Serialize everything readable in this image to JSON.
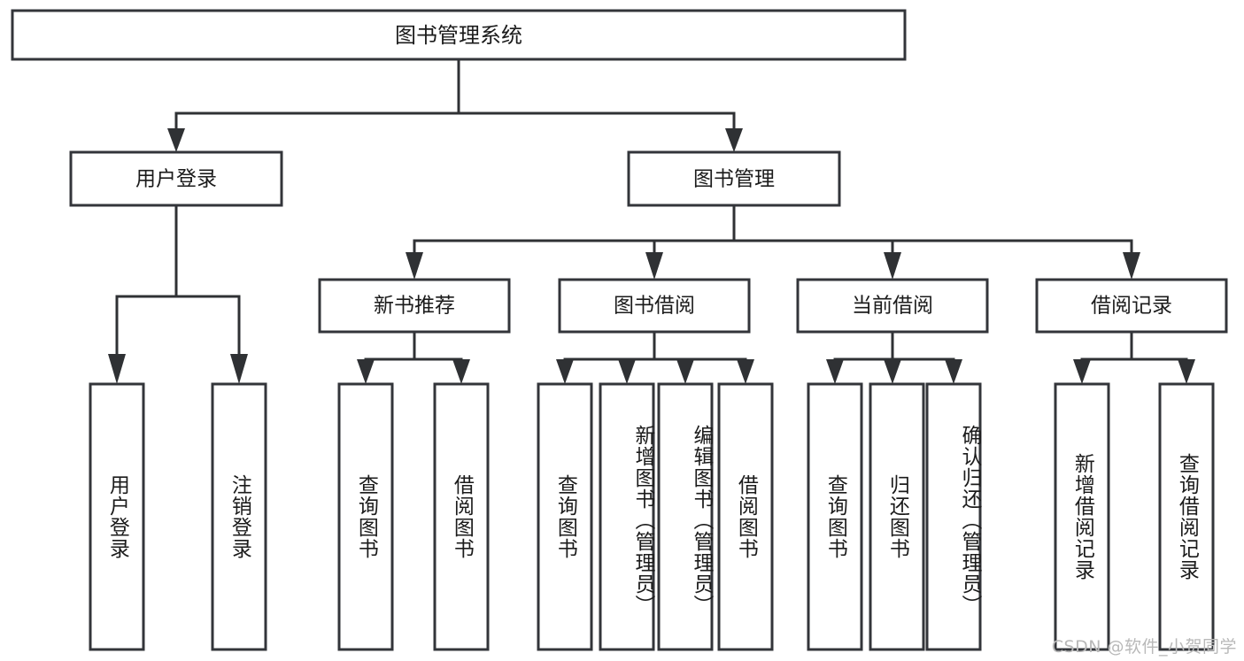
{
  "diagram": {
    "type": "tree",
    "title": "图书管理系统",
    "watermark": "CSDN @软件_小贺同学",
    "colors": {
      "box_fill": "#ffffff",
      "box_stroke": "#33353a",
      "connector": "#2f3134",
      "text": "#1b1b1b",
      "watermark": "#b9b9b9",
      "background": "#ffffff"
    },
    "root": {
      "id": "root",
      "label": "图书管理系统",
      "orientation": "horizontal"
    },
    "level2": [
      {
        "id": "user-login",
        "label": "用户登录",
        "orientation": "horizontal"
      },
      {
        "id": "book-management",
        "label": "图书管理",
        "orientation": "horizontal"
      }
    ],
    "level3": [
      {
        "id": "new-book-recommend",
        "label": "新书推荐",
        "orientation": "horizontal",
        "parent": "book-management"
      },
      {
        "id": "book-borrow",
        "label": "图书借阅",
        "orientation": "horizontal",
        "parent": "book-management"
      },
      {
        "id": "current-borrow",
        "label": "当前借阅",
        "orientation": "horizontal",
        "parent": "book-management"
      },
      {
        "id": "borrow-record",
        "label": "借阅记录",
        "orientation": "horizontal",
        "parent": "book-management"
      }
    ],
    "leaves": [
      {
        "id": "leaf-user-login",
        "label": "用户登录",
        "parent": "user-login"
      },
      {
        "id": "leaf-logout",
        "label": "注销登录",
        "parent": "user-login"
      },
      {
        "id": "leaf-query-book-1",
        "label": "查询图书",
        "parent": "new-book-recommend"
      },
      {
        "id": "leaf-borrow-book-1",
        "label": "借阅图书",
        "parent": "new-book-recommend"
      },
      {
        "id": "leaf-query-book-2",
        "label": "查询图书",
        "parent": "book-borrow"
      },
      {
        "id": "leaf-add-book",
        "label": "新增图书（管理员）",
        "parent": "book-borrow"
      },
      {
        "id": "leaf-edit-book",
        "label": "编辑图书（管理员）",
        "parent": "book-borrow"
      },
      {
        "id": "leaf-borrow-book-2",
        "label": "借阅图书",
        "parent": "book-borrow"
      },
      {
        "id": "leaf-query-book-3",
        "label": "查询图书",
        "parent": "current-borrow"
      },
      {
        "id": "leaf-return-book",
        "label": "归还图书",
        "parent": "current-borrow"
      },
      {
        "id": "leaf-confirm-return",
        "label": "确认归还（管理员）",
        "parent": "current-borrow"
      },
      {
        "id": "leaf-add-record",
        "label": "新增借阅记录",
        "parent": "borrow-record"
      },
      {
        "id": "leaf-query-record",
        "label": "查询借阅记录",
        "parent": "borrow-record"
      }
    ]
  }
}
